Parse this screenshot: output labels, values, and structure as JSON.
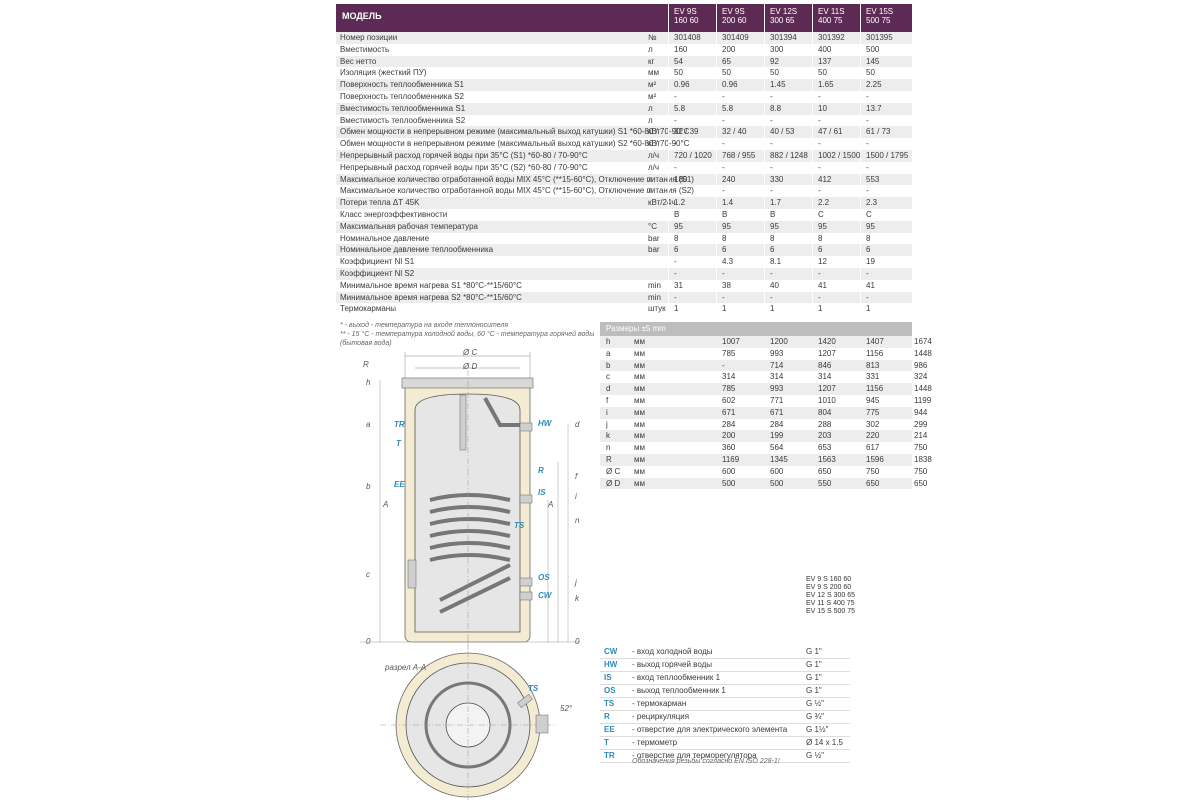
{
  "table": {
    "header_label": "МОДЕЛЬ",
    "columns": [
      {
        "line1": "EV 9S",
        "line2": "160 60"
      },
      {
        "line1": "EV 9S",
        "line2": "200 60"
      },
      {
        "line1": "EV 12S",
        "line2": "300 65"
      },
      {
        "line1": "EV 11S",
        "line2": "400 75"
      },
      {
        "line1": "EV 15S",
        "line2": "500 75"
      }
    ],
    "rows": [
      {
        "name": "Номер позиции",
        "unit": "№",
        "v": [
          "301408",
          "301409",
          "301394",
          "301392",
          "301395"
        ]
      },
      {
        "name": "Вместимость",
        "unit": "л",
        "v": [
          "160",
          "200",
          "300",
          "400",
          "500"
        ]
      },
      {
        "name": "Вес нетто",
        "unit": "кг",
        "v": [
          "54",
          "65",
          "92",
          "137",
          "145"
        ]
      },
      {
        "name": "Изоляция (жесткий ПУ)",
        "unit": "мм",
        "v": [
          "50",
          "50",
          "50",
          "50",
          "50"
        ]
      },
      {
        "name": "Поверхность теплообменника S1",
        "unit": "м²",
        "v": [
          "0.96",
          "0.96",
          "1.45",
          "1.65",
          "2.25"
        ]
      },
      {
        "name": "Поверхность теплообменника S2",
        "unit": "м²",
        "v": [
          "-",
          "-",
          "-",
          "-",
          "-"
        ]
      },
      {
        "name": "Вместимость теплообменника S1",
        "unit": "л",
        "v": [
          "5.8",
          "5.8",
          "8.8",
          "10",
          "13.7"
        ]
      },
      {
        "name": "Вместимость теплообменника S2",
        "unit": "л",
        "v": [
          "-",
          "-",
          "-",
          "-",
          "-"
        ]
      },
      {
        "name": "Обмен мощности в непрерывном режиме (максимальный выход катушки) S1 *60-80 / 70-90°C",
        "unit": "кВт",
        "v": [
          "31 / 39",
          "32 / 40",
          "40 / 53",
          "47 / 61",
          "61 / 73"
        ]
      },
      {
        "name": "Обмен мощности в непрерывном режиме (максимальный выход катушки) S2 *60-80 / 70-90°C",
        "unit": "кВт",
        "v": [
          "-",
          "-",
          "-",
          "-",
          "-"
        ]
      },
      {
        "name": "Непрерывный расход горячей воды при 35°C (S1) *60-80 / 70-90°C",
        "unit": "л/ч",
        "v": [
          "720 / 1020",
          "768 / 955",
          "882 / 1248",
          "1002 / 1500",
          "1500 / 1795"
        ]
      },
      {
        "name": "Непрерывный расход горячей воды при 35°C (S2) *60-80 / 70-90°C",
        "unit": "л/ч",
        "v": [
          "-",
          "-",
          "-",
          "-",
          "-"
        ]
      },
      {
        "name": "Максимальное количество отработанной воды MIX 45°C (**15-60°C), Отключение питания (S1)",
        "unit": "л",
        "v": [
          "180",
          "240",
          "330",
          "412",
          "553"
        ]
      },
      {
        "name": "Максимальное количество отработанной воды MIX 45°C (**15-60°C), Отключение питания (S2)",
        "unit": "л",
        "v": [
          "-",
          "-",
          "-",
          "-",
          "-"
        ]
      },
      {
        "name": "Потери тепла ΔT 45K",
        "unit": "кВт/24ч",
        "v": [
          "1.2",
          "1.4",
          "1.7",
          "2.2",
          "2.3"
        ]
      },
      {
        "name": "Класс энергоэффективности",
        "unit": "",
        "v": [
          "B",
          "B",
          "B",
          "C",
          "C"
        ]
      },
      {
        "name": "Максимальная рабочая температура",
        "unit": "°C",
        "v": [
          "95",
          "95",
          "95",
          "95",
          "95"
        ]
      },
      {
        "name": "Номинальное давление",
        "unit": "bar",
        "v": [
          "8",
          "8",
          "8",
          "8",
          "8"
        ]
      },
      {
        "name": "Номинальное давление теплообменника",
        "unit": "bar",
        "v": [
          "6",
          "6",
          "6",
          "6",
          "6"
        ]
      },
      {
        "name": "Коэффициент Nl S1",
        "unit": "",
        "v": [
          "-",
          "4.3",
          "8.1",
          "12",
          "19"
        ]
      },
      {
        "name": "Коэффициент Nl S2",
        "unit": "",
        "v": [
          "-",
          "-",
          "-",
          "-",
          "-"
        ]
      },
      {
        "name": "Минимальное время нагрева S1 *80°C-**15/60°C",
        "unit": "min",
        "v": [
          "31",
          "38",
          "40",
          "41",
          "41"
        ]
      },
      {
        "name": "Минимальное время нагрева S2 *80°C-**15/60°C",
        "unit": "min",
        "v": [
          "-",
          "-",
          "-",
          "-",
          "-"
        ]
      },
      {
        "name": "Термокарманы",
        "unit": "штук",
        "v": [
          "1",
          "1",
          "1",
          "1",
          "1"
        ]
      }
    ]
  },
  "notes": {
    "line1": "* - выход - температура на входе теплоносителя",
    "line2": "** - 15 °C - температура холодной воды, 60 °C - температура горячей воды",
    "line3": "(бытовая вода)"
  },
  "dims": {
    "title": "Размеры ±5 mm",
    "rows": [
      {
        "l": "h",
        "u": "мм",
        "v": [
          "1007",
          "1200",
          "1420",
          "1407",
          "1674"
        ]
      },
      {
        "l": "a",
        "u": "мм",
        "v": [
          "785",
          "993",
          "1207",
          "1156",
          "1448"
        ]
      },
      {
        "l": "b",
        "u": "мм",
        "v": [
          "-",
          "714",
          "846",
          "813",
          "986"
        ]
      },
      {
        "l": "c",
        "u": "мм",
        "v": [
          "314",
          "314",
          "314",
          "331",
          "324"
        ]
      },
      {
        "l": "d",
        "u": "мм",
        "v": [
          "785",
          "993",
          "1207",
          "1156",
          "1448"
        ]
      },
      {
        "l": "f",
        "u": "мм",
        "v": [
          "602",
          "771",
          "1010",
          "945",
          "1199"
        ]
      },
      {
        "l": "i",
        "u": "мм",
        "v": [
          "671",
          "671",
          "804",
          "775",
          "944"
        ]
      },
      {
        "l": "j",
        "u": "мм",
        "v": [
          "284",
          "284",
          "288",
          "302",
          "299"
        ]
      },
      {
        "l": "k",
        "u": "мм",
        "v": [
          "200",
          "199",
          "203",
          "220",
          "214"
        ]
      },
      {
        "l": "n",
        "u": "мм",
        "v": [
          "360",
          "564",
          "653",
          "617",
          "750"
        ]
      },
      {
        "l": "R",
        "u": "мм",
        "v": [
          "1169",
          "1345",
          "1563",
          "1596",
          "1838"
        ]
      },
      {
        "l": "Ø C",
        "u": "мм",
        "v": [
          "600",
          "600",
          "650",
          "750",
          "750"
        ]
      },
      {
        "l": "Ø D",
        "u": "мм",
        "v": [
          "500",
          "500",
          "550",
          "650",
          "650"
        ]
      }
    ]
  },
  "models": [
    "EV 9 S 160 60",
    "EV 9 S 200 60",
    "EV 12 S 300 65",
    "EV 11 S 400 75",
    "EV 15 S 500 75"
  ],
  "legend": [
    {
      "code": "CW",
      "text": "- вход холодной воды",
      "size": "G 1\""
    },
    {
      "code": "HW",
      "text": "- выход горячей воды",
      "size": "G 1\""
    },
    {
      "code": "IS",
      "text": "- вход теплообменник 1",
      "size": "G 1\""
    },
    {
      "code": "OS",
      "text": "- выход теплообменник 1",
      "size": "G 1\""
    },
    {
      "code": "TS",
      "text": "- термокарман",
      "size": "G ½\""
    },
    {
      "code": "R",
      "text": "- рециркуляция",
      "size": "G ¾\""
    },
    {
      "code": "EE",
      "text": "- отверстие для электрического элемента",
      "size": "G 1½\""
    },
    {
      "code": "T",
      "text": "- термометр",
      "size": "Ø 14 x 1.5"
    },
    {
      "code": "TR",
      "text": "- отверстие для терморегулятора",
      "size": "G ½\""
    }
  ],
  "footer_note": "Обозначения резьбы согласно EN ISO 228-1!",
  "drawing": {
    "dim_c": "Ø C",
    "dim_d": "Ø D",
    "section": "разрел A-A",
    "left_labels": [
      "h",
      "a",
      "b",
      "c",
      "0"
    ],
    "right_labels": [
      "d",
      "f",
      "i",
      "n",
      "j",
      "k",
      "0"
    ],
    "conns": [
      "TR",
      "T",
      "EE",
      "HW",
      "R",
      "IS",
      "TS",
      "OS",
      "CW"
    ],
    "r_label": "R",
    "a_label": "A",
    "ts_label": "TS",
    "angle": "52°"
  },
  "colors": {
    "header": "#5d2a55",
    "accent": "#2e8ab8",
    "stripe": "#ededed",
    "insulation": "#f3ecd2"
  }
}
